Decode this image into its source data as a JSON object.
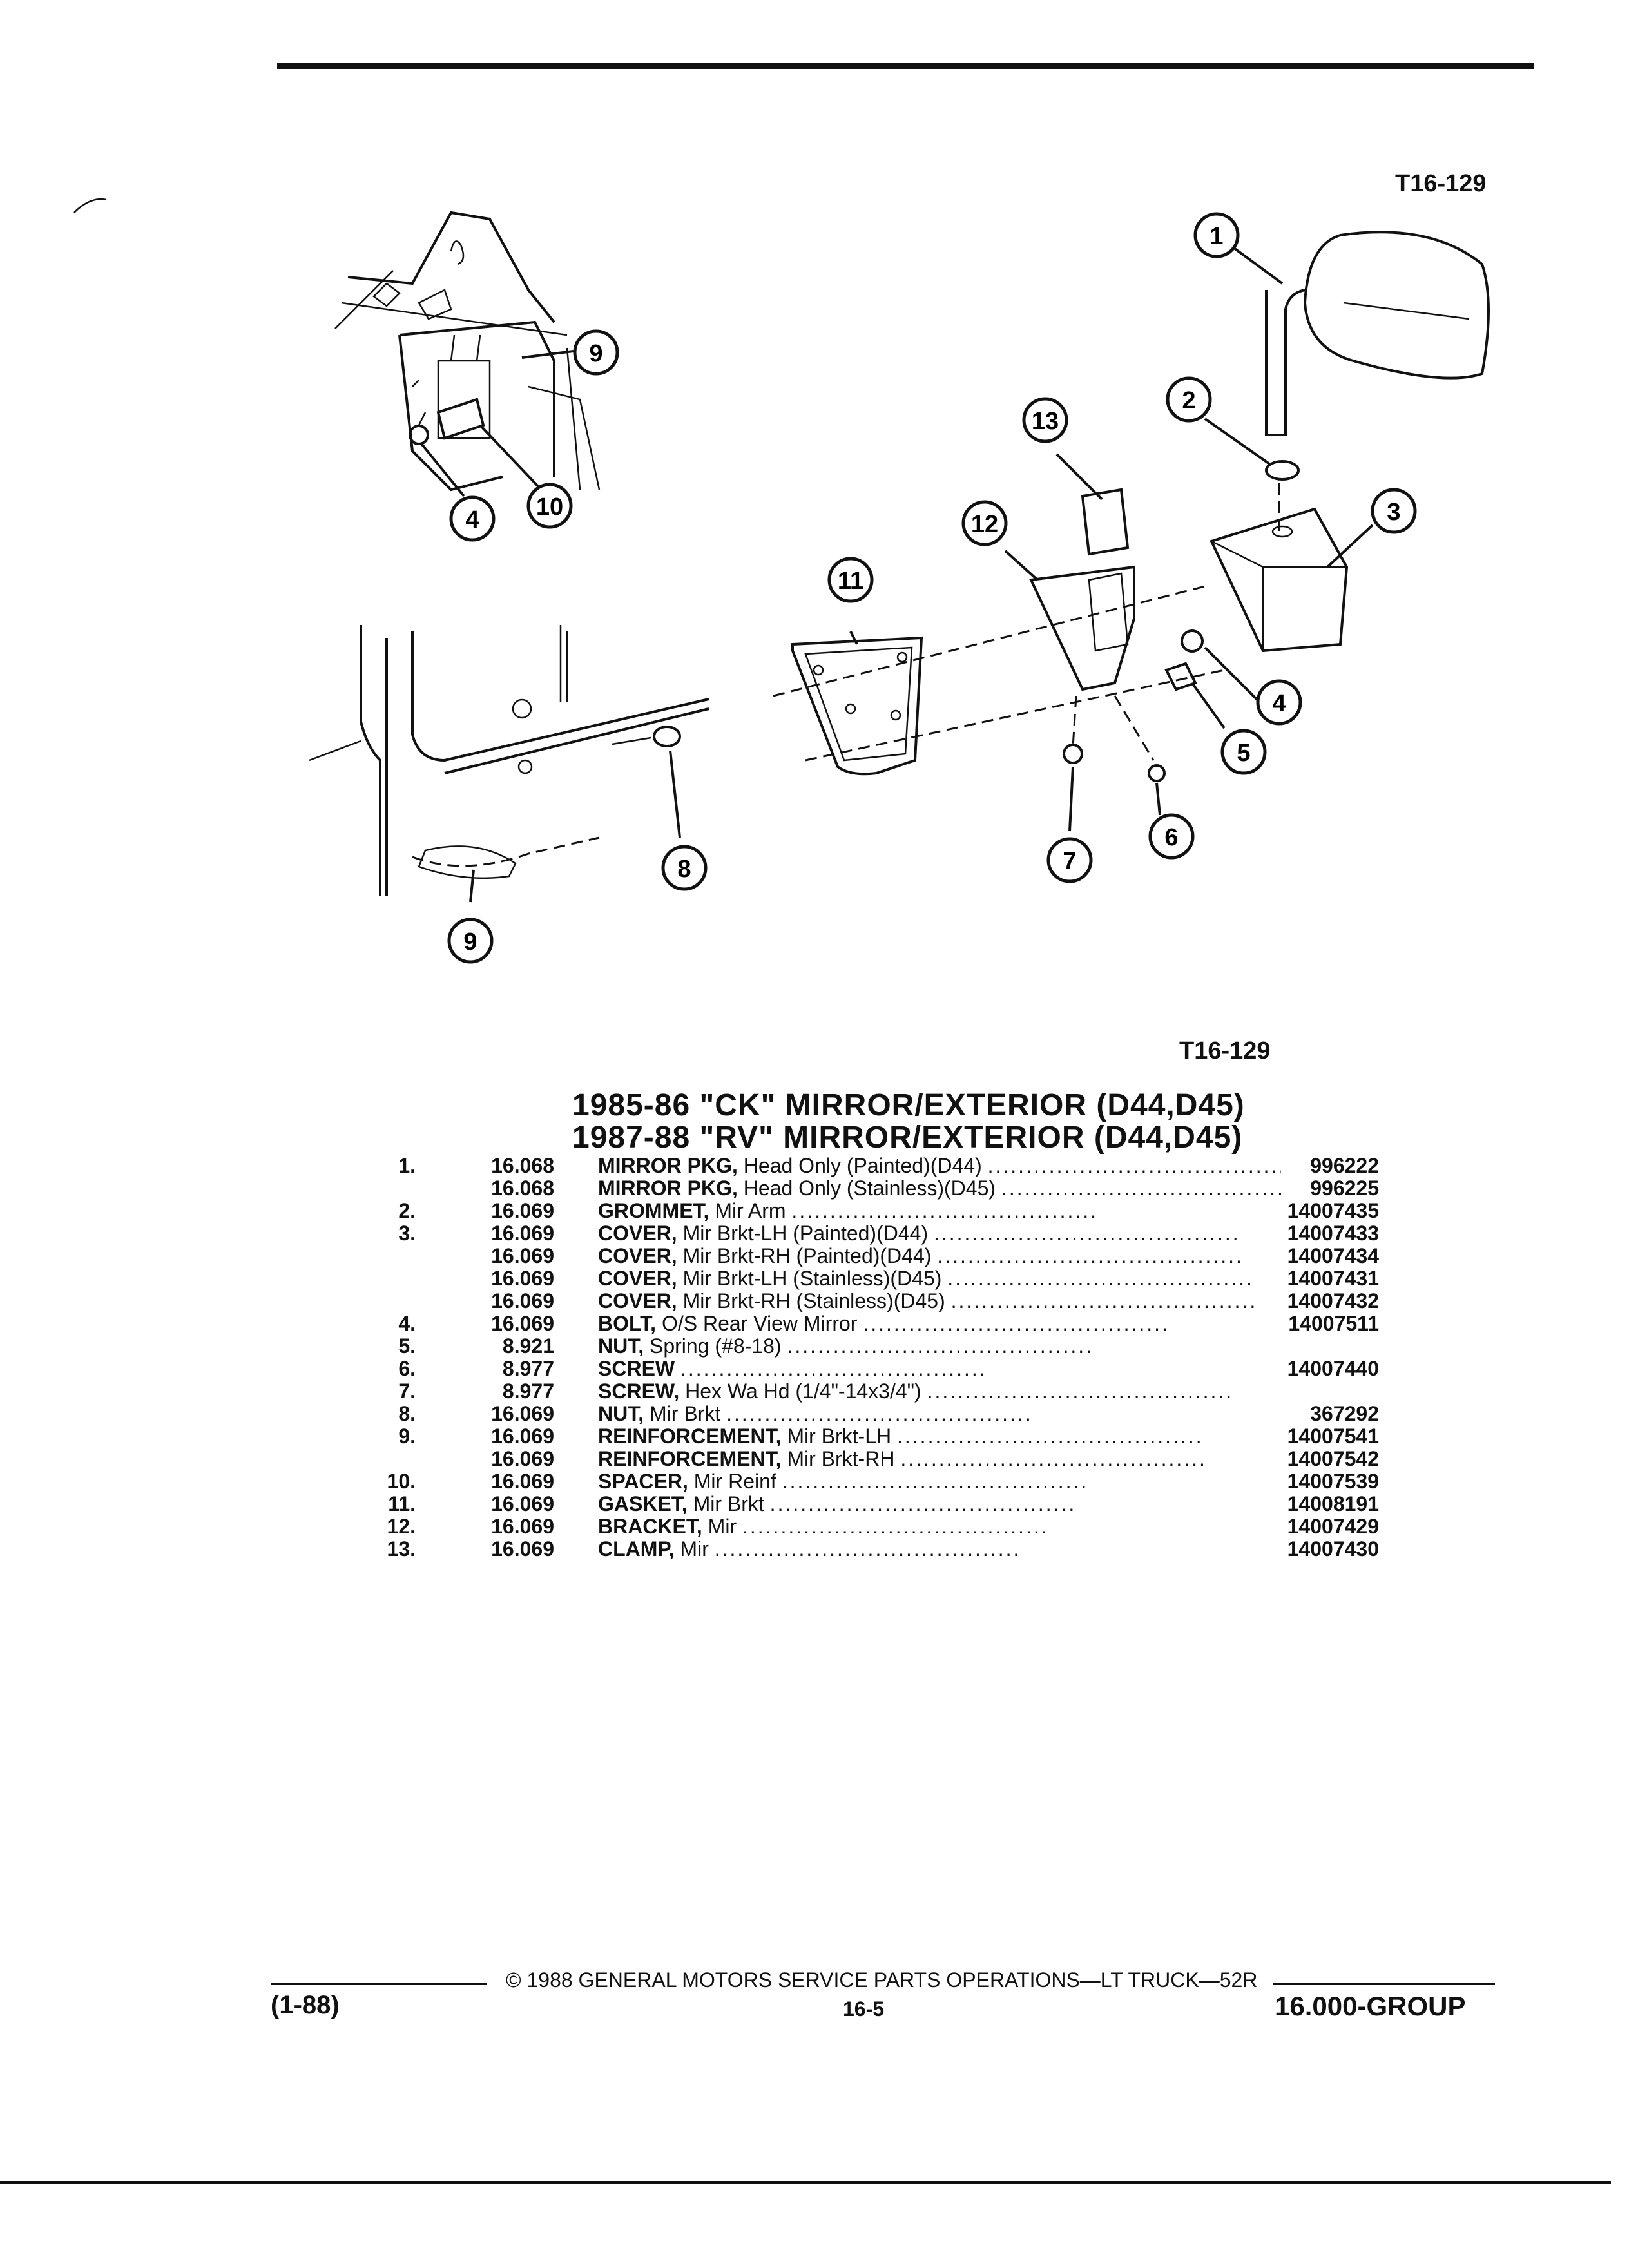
{
  "drawing_code": "T16-129",
  "callout_numbers": {
    "n1": "1",
    "n2": "2",
    "n3": "3",
    "n4": "4",
    "n5": "5",
    "n6": "6",
    "n7": "7",
    "n8": "8",
    "n9": "9",
    "n10": "10",
    "n11": "11",
    "n12": "12",
    "n13": "13"
  },
  "title_lines": [
    "1985-86 \"CK\" MIRROR/EXTERIOR (D44,D45)",
    "1987-88 \"RV\" MIRROR/EXTERIOR (D44,D45)"
  ],
  "parts": [
    {
      "item": "1.",
      "group": "16.068",
      "name": "MIRROR PKG,",
      "detail": "Head Only (Painted)(D44)",
      "part": "996222"
    },
    {
      "item": "",
      "group": "16.068",
      "name": "MIRROR PKG,",
      "detail": "Head Only (Stainless)(D45)",
      "part": "996225"
    },
    {
      "item": "2.",
      "group": "16.069",
      "name": "GROMMET,",
      "detail": "Mir Arm",
      "part": "14007435"
    },
    {
      "item": "3.",
      "group": "16.069",
      "name": "COVER,",
      "detail": "Mir Brkt-LH (Painted)(D44)",
      "part": "14007433"
    },
    {
      "item": "",
      "group": "16.069",
      "name": "COVER,",
      "detail": "Mir Brkt-RH (Painted)(D44)",
      "part": "14007434"
    },
    {
      "item": "",
      "group": "16.069",
      "name": "COVER,",
      "detail": "Mir Brkt-LH (Stainless)(D45)",
      "part": "14007431"
    },
    {
      "item": "",
      "group": "16.069",
      "name": "COVER,",
      "detail": "Mir Brkt-RH (Stainless)(D45)",
      "part": "14007432"
    },
    {
      "item": "4.",
      "group": "16.069",
      "name": "BOLT,",
      "detail": "O/S Rear View Mirror",
      "part": "14007511"
    },
    {
      "item": "5.",
      "group": "8.921",
      "name": "NUT,",
      "detail": "Spring (#8-18)",
      "part": ""
    },
    {
      "item": "6.",
      "group": "8.977",
      "name": "SCREW",
      "detail": "",
      "part": "14007440"
    },
    {
      "item": "7.",
      "group": "8.977",
      "name": "SCREW,",
      "detail": "Hex Wa Hd (1/4\"-14x3/4\")",
      "part": ""
    },
    {
      "item": "8.",
      "group": "16.069",
      "name": "NUT,",
      "detail": "Mir Brkt",
      "part": "367292"
    },
    {
      "item": "9.",
      "group": "16.069",
      "name": "REINFORCEMENT,",
      "detail": "Mir Brkt-LH",
      "part": "14007541"
    },
    {
      "item": "",
      "group": "16.069",
      "name": "REINFORCEMENT,",
      "detail": "Mir Brkt-RH",
      "part": "14007542"
    },
    {
      "item": "10.",
      "group": "16.069",
      "name": "SPACER,",
      "detail": "Mir Reinf",
      "part": "14007539"
    },
    {
      "item": "11.",
      "group": "16.069",
      "name": "GASKET,",
      "detail": "Mir Brkt",
      "part": "14008191"
    },
    {
      "item": "12.",
      "group": "16.069",
      "name": "BRACKET,",
      "detail": "Mir",
      "part": "14007429"
    },
    {
      "item": "13.",
      "group": "16.069",
      "name": "CLAMP,",
      "detail": "Mir",
      "part": "14007430"
    }
  ],
  "footer": {
    "copyright": "© 1988 GENERAL MOTORS SERVICE PARTS OPERATIONS—LT TRUCK—52R",
    "date": "(1-88)",
    "page": "16-5",
    "group": "16.000-GROUP"
  }
}
